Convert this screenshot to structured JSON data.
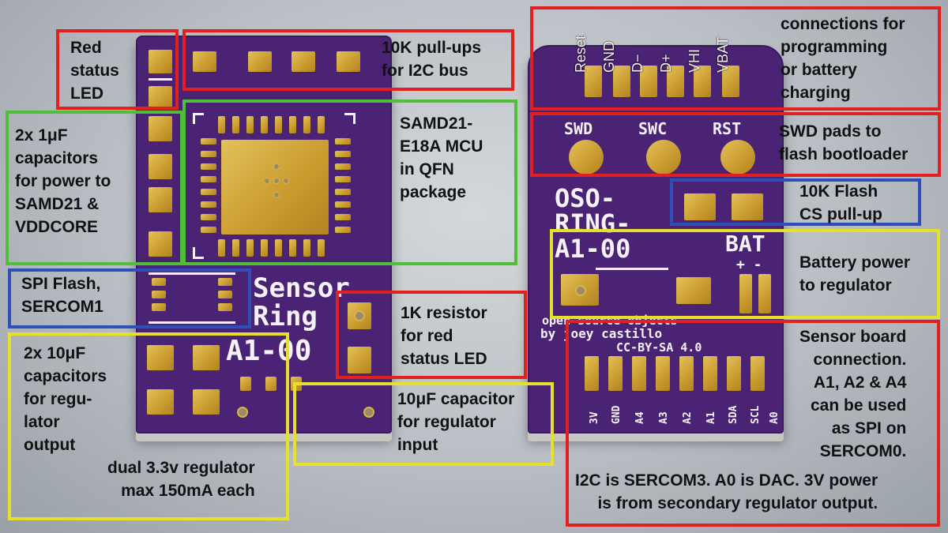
{
  "colors": {
    "pcb": "#4a2374",
    "gold": "#d4ac3c",
    "red_box": "#e22020",
    "green_box": "#4fbf3a",
    "blue_box": "#2f4fb8",
    "yellow_box": "#e6e02a"
  },
  "annotations": {
    "red_led": "Red\nstatus\nLED",
    "pullups_i2c": "10K pull-ups\nfor I2C bus",
    "caps_1uf": "2x 1μF\ncapacitors\nfor power to\nSAMD21 &\nVDDCORE",
    "mcu": "SAMD21-\nE18A MCU\nin QFN\npackage",
    "spi_flash": "SPI Flash,\nSERCOM1",
    "resistor_1k": "1K resistor\nfor red\nstatus LED",
    "caps_10uf": "2x 10μF\ncapacitors\nfor regu-\nlator\noutput",
    "cap_10uf_input": "10μF capacitor\nfor regulator\ninput",
    "regulator": "dual 3.3v regulator\nmax 150mA each",
    "programming": "connections for\nprogramming\nor battery\ncharging",
    "swd": "SWD pads to\nflash bootloader",
    "flash_cs": "10K Flash\nCS pull-up",
    "battery": "Battery power\nto regulator",
    "sensor_board": "Sensor board\nconnection.\nA1, A2 & A4\ncan be used\nas SPI on\nSERCOM0.",
    "i2c_note": "I2C is SERCOM3. A0 is DAC. 3V power\nis from secondary regulator output."
  },
  "board_left": {
    "silk_title": "Sensor\nRing",
    "silk_rev": "A1-00"
  },
  "board_right": {
    "silk_title": "OSO-\nRING-\nA1-00",
    "silk_bat": "BAT",
    "silk_pm": "+ -",
    "swd_labels": [
      "SWD",
      "SWC",
      "RST"
    ],
    "top_pins": [
      "Reset",
      "GND",
      "D−",
      "D+",
      "VHI",
      "VBAT"
    ],
    "credit_line1": "open source objects",
    "credit_line2": "by joey castillo",
    "credit_line3": "CC-BY-SA 4.0",
    "bottom_pins": [
      "3V",
      "GND",
      "A4",
      "A3",
      "A2",
      "A1",
      "SDA",
      "SCL",
      "A0"
    ]
  }
}
